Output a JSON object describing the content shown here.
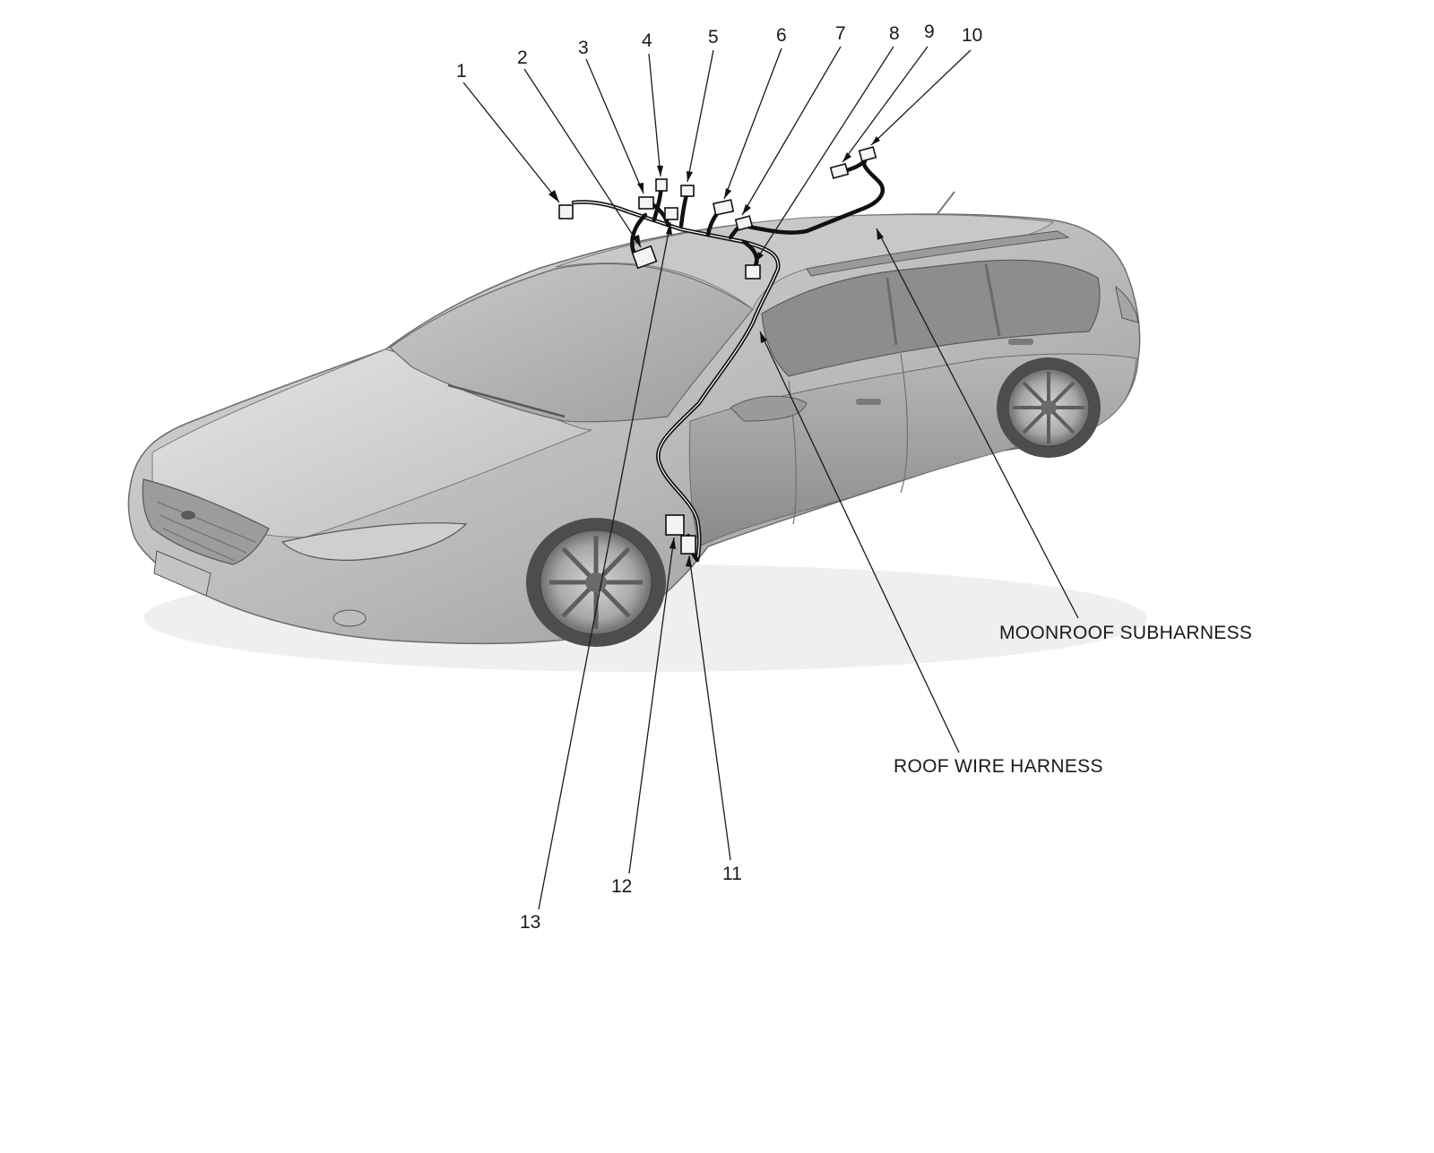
{
  "figure": {
    "callouts": [
      {
        "id": "1",
        "label": "1"
      },
      {
        "id": "2",
        "label": "2"
      },
      {
        "id": "3",
        "label": "3"
      },
      {
        "id": "4",
        "label": "4"
      },
      {
        "id": "5",
        "label": "5"
      },
      {
        "id": "6",
        "label": "6"
      },
      {
        "id": "7",
        "label": "7"
      },
      {
        "id": "8",
        "label": "8"
      },
      {
        "id": "9",
        "label": "9"
      },
      {
        "id": "10",
        "label": "10"
      },
      {
        "id": "11",
        "label": "11"
      },
      {
        "id": "12",
        "label": "12"
      },
      {
        "id": "13",
        "label": "13"
      }
    ],
    "harness_labels": {
      "moonroof": "MOONROOF SUBHARNESS",
      "roof": "ROOF WIRE HARNESS"
    },
    "colors": {
      "line": "#1a1a1a",
      "car_body_light": "#d2d2d2",
      "car_body_dark": "#8c8c8c",
      "background": "#ffffff"
    }
  }
}
